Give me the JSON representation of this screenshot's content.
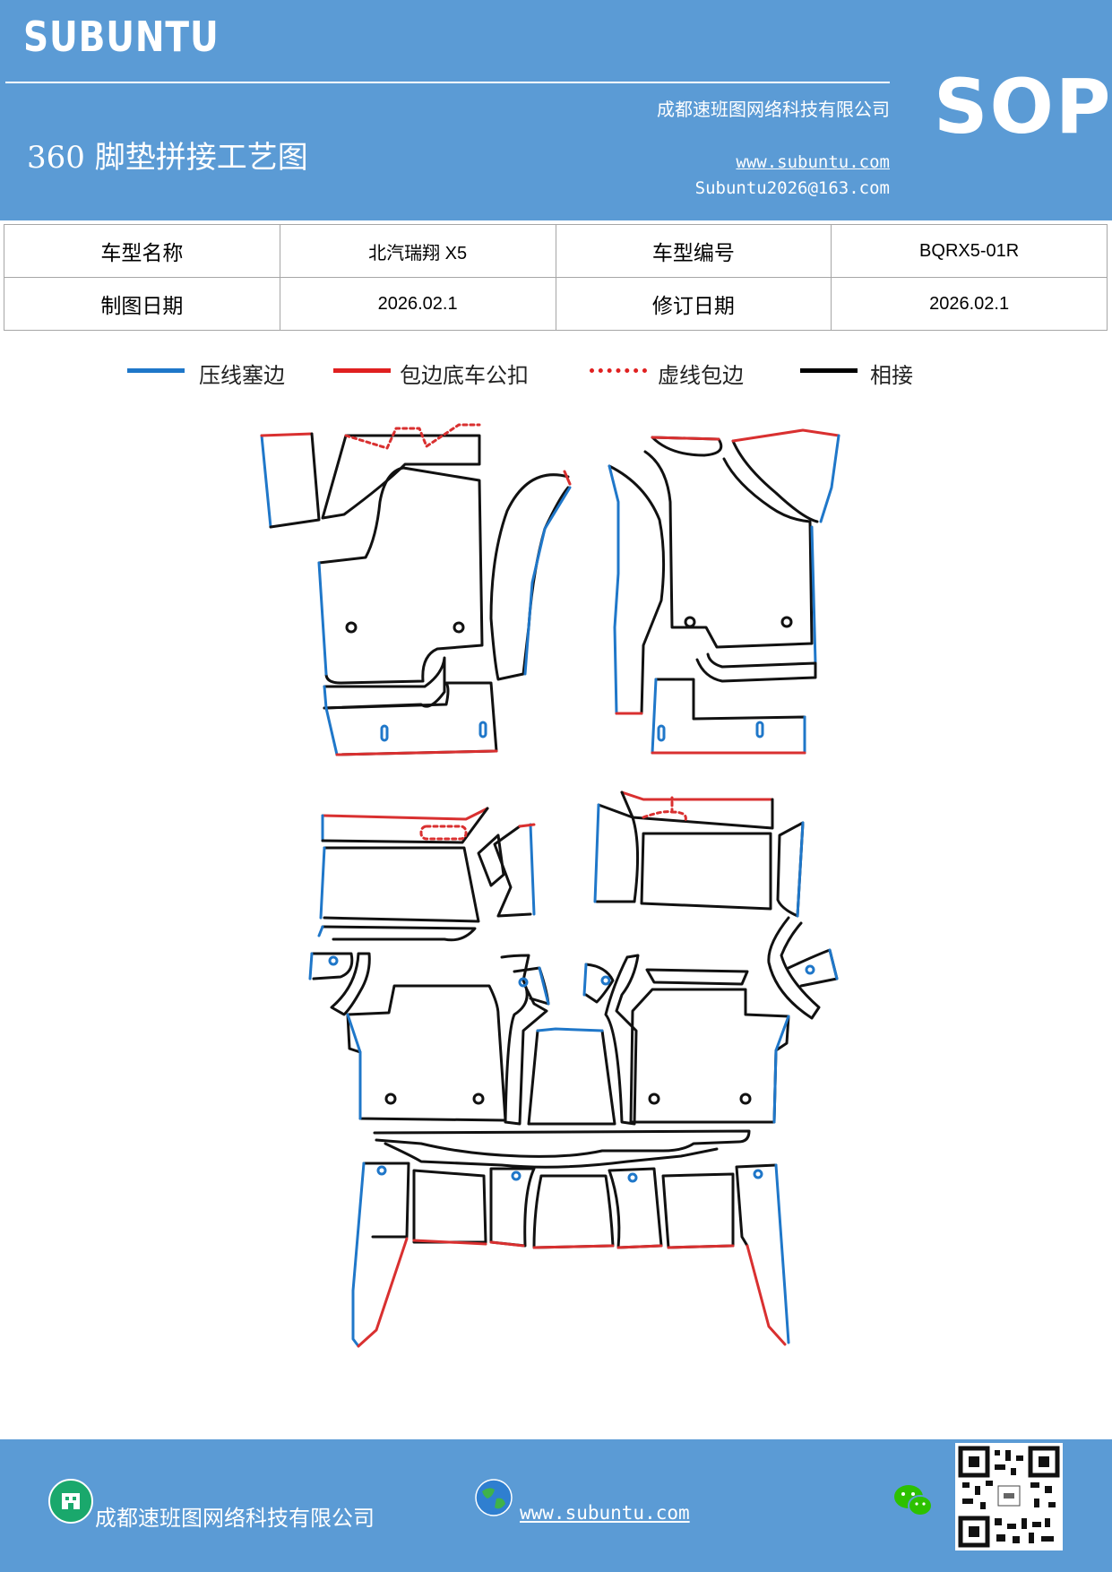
{
  "header": {
    "brand": "SUBUNTU",
    "company": "成都速班图网络科技有限公司",
    "title": "360 脚垫拼接工艺图",
    "website": "www.subuntu.com",
    "email": "Subuntu2026@163.com",
    "badge": "SOP"
  },
  "info_table": {
    "model_name_label": "车型名称",
    "model_name_value": "北汽瑞翔 X5",
    "model_code_label": "车型编号",
    "model_code_value": "BQRX5-01R",
    "draw_date_label": "制图日期",
    "draw_date_value": "2026.02.1",
    "revise_date_label": "修订日期",
    "revise_date_value": "2026.02.1"
  },
  "legend": {
    "items": [
      {
        "label": "压线塞边",
        "color": "#1f77c9",
        "style": "solid"
      },
      {
        "label": "包边底车公扣",
        "color": "#e02020",
        "style": "solid"
      },
      {
        "label": "虚线包边",
        "color": "#e02020",
        "style": "dotted"
      },
      {
        "label": "相接",
        "color": "#000000",
        "style": "solid"
      }
    ]
  },
  "diagram": {
    "colors": {
      "press": "#1f77c9",
      "wrap": "#d93030",
      "join": "#111111"
    }
  },
  "footer": {
    "company": "成都速班图网络科技有限公司",
    "website": "www.subuntu.com",
    "icons": [
      "building-icon",
      "globe-icon",
      "wechat-icon",
      "qr-code"
    ]
  }
}
